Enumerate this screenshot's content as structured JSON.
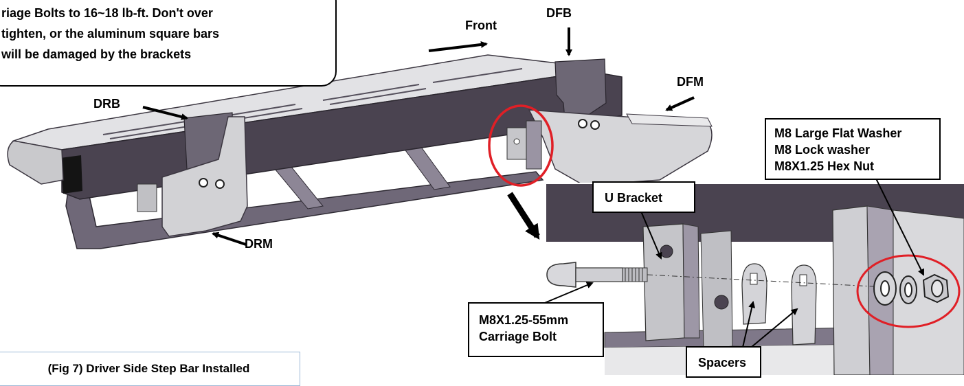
{
  "note": {
    "lines": [
      "riage Bolts to 16~18 lb-ft. Don't over",
      "tighten, or the aluminum square bars",
      "will be damaged by the brackets"
    ]
  },
  "labels": {
    "front": "Front",
    "dfb": "DFB",
    "dfm": "DFM",
    "drb": "DRB",
    "drm": "DRM"
  },
  "callouts": {
    "hardware": [
      "M8 Large Flat Washer",
      "M8 Lock washer",
      "M8X1.25 Hex Nut"
    ],
    "u_bracket": "U Bracket",
    "carriage_bolt": [
      "M8X1.25-55mm",
      "Carriage Bolt"
    ],
    "spacers": "Spacers"
  },
  "caption": "(Fig 7) Driver Side Step Bar Installed",
  "colors": {
    "bar_dark": "#4a4350",
    "bar_mid": "#6f6878",
    "steel": "#b9b9bd",
    "highlight": "#e01f26"
  }
}
